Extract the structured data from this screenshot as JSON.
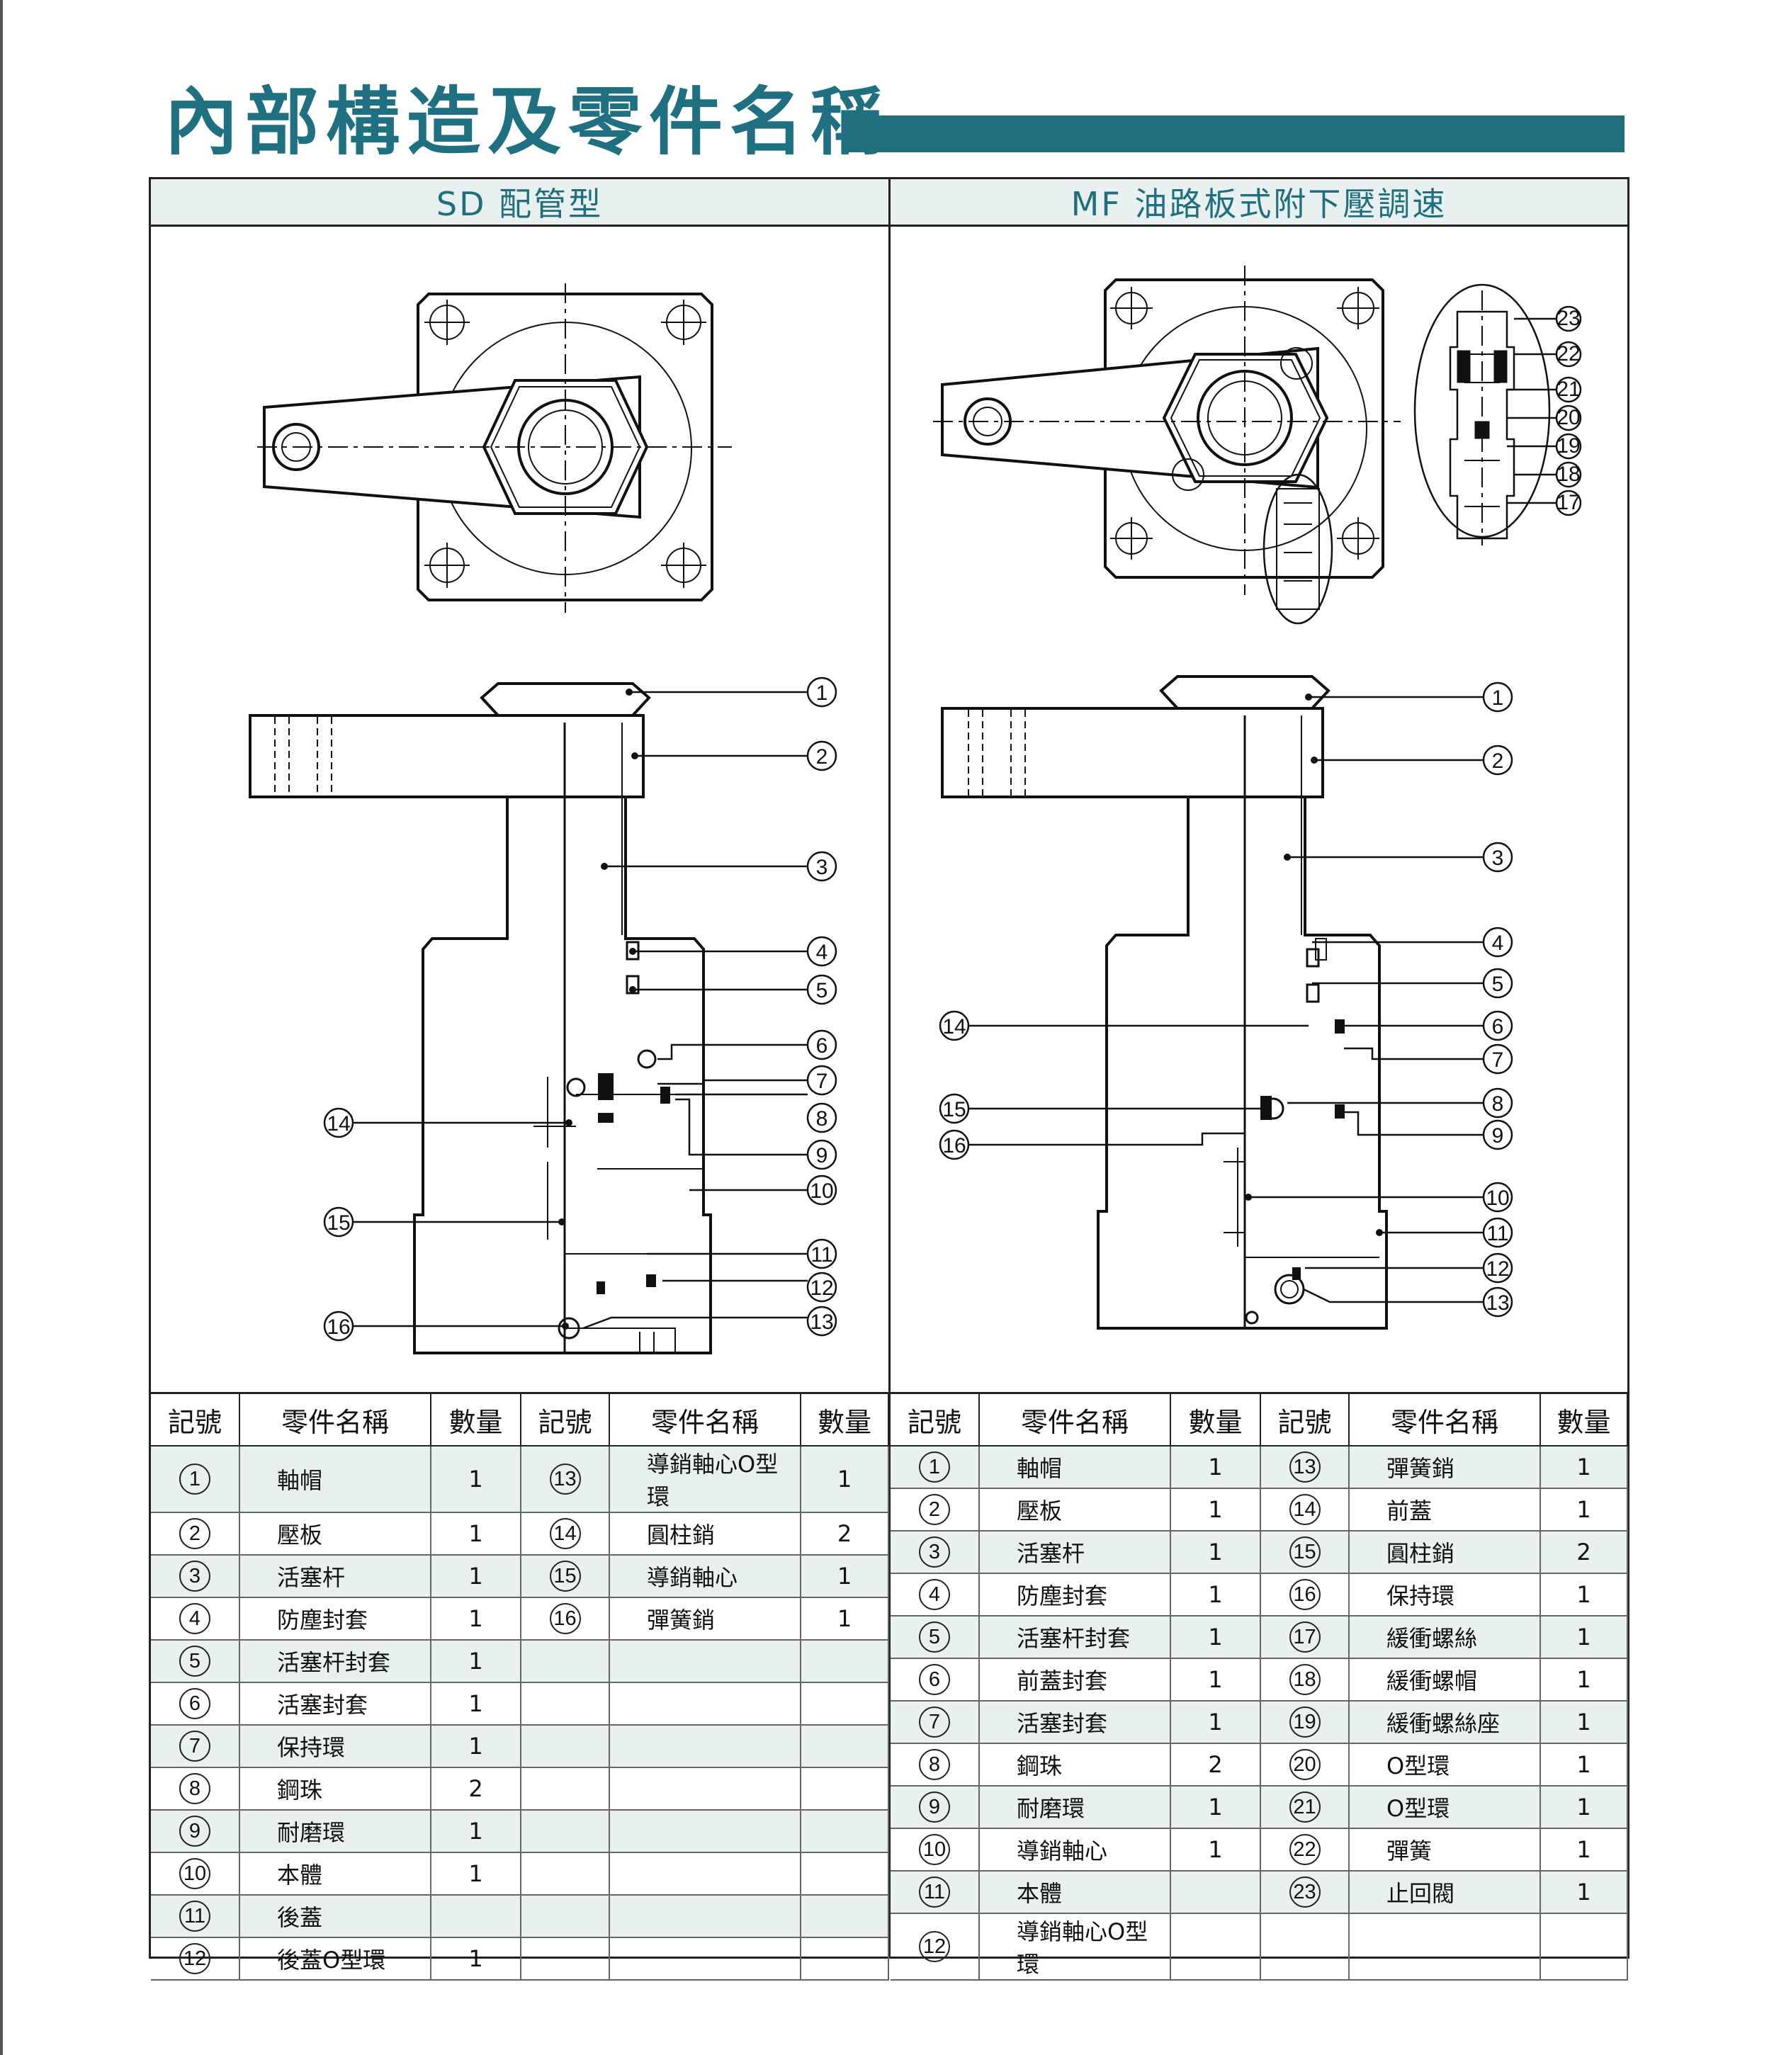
{
  "page": {
    "title": "內部構造及零件名稱"
  },
  "sections": [
    {
      "header": "SD 配管型",
      "callouts": [
        "1",
        "2",
        "3",
        "4",
        "5",
        "6",
        "7",
        "8",
        "9",
        "10",
        "11",
        "12",
        "13",
        "14",
        "15",
        "16"
      ]
    },
    {
      "header": "MF 油路板式附下壓調速",
      "callouts": [
        "1",
        "2",
        "3",
        "4",
        "5",
        "6",
        "7",
        "8",
        "9",
        "10",
        "11",
        "12",
        "13",
        "14",
        "15",
        "16",
        "17",
        "18",
        "19",
        "20",
        "21",
        "22",
        "23"
      ]
    }
  ],
  "tables": [
    {
      "headers": [
        "記號",
        "零件名稱",
        "數量",
        "記號",
        "零件名稱",
        "數量"
      ],
      "rows": [
        [
          "1",
          "軸帽",
          "1",
          "13",
          "導銷軸心O型環",
          "1"
        ],
        [
          "2",
          "壓板",
          "1",
          "14",
          "圓柱銷",
          "2"
        ],
        [
          "3",
          "活塞杆",
          "1",
          "15",
          "導銷軸心",
          "1"
        ],
        [
          "4",
          "防塵封套",
          "1",
          "16",
          "彈簧銷",
          "1"
        ],
        [
          "5",
          "活塞杆封套",
          "1",
          "",
          "",
          ""
        ],
        [
          "6",
          "活塞封套",
          "1",
          "",
          "",
          ""
        ],
        [
          "7",
          "保持環",
          "1",
          "",
          "",
          ""
        ],
        [
          "8",
          "鋼珠",
          "2",
          "",
          "",
          ""
        ],
        [
          "9",
          "耐磨環",
          "1",
          "",
          "",
          ""
        ],
        [
          "10",
          "本體",
          "1",
          "",
          "",
          ""
        ],
        [
          "11",
          "後蓋",
          "",
          "",
          "",
          ""
        ],
        [
          "12",
          "後蓋O型環",
          "1",
          "",
          "",
          ""
        ]
      ]
    },
    {
      "headers": [
        "記號",
        "零件名稱",
        "數量",
        "記號",
        "零件名稱",
        "數量"
      ],
      "rows": [
        [
          "1",
          "軸帽",
          "1",
          "13",
          "彈簧銷",
          "1"
        ],
        [
          "2",
          "壓板",
          "1",
          "14",
          "前蓋",
          "1"
        ],
        [
          "3",
          "活塞杆",
          "1",
          "15",
          "圓柱銷",
          "2"
        ],
        [
          "4",
          "防塵封套",
          "1",
          "16",
          "保持環",
          "1"
        ],
        [
          "5",
          "活塞杆封套",
          "1",
          "17",
          "緩衝螺絲",
          "1"
        ],
        [
          "6",
          "前蓋封套",
          "1",
          "18",
          "緩衝螺帽",
          "1"
        ],
        [
          "7",
          "活塞封套",
          "1",
          "19",
          "緩衝螺絲座",
          "1"
        ],
        [
          "8",
          "鋼珠",
          "2",
          "20",
          "O型環",
          "1"
        ],
        [
          "9",
          "耐磨環",
          "1",
          "21",
          "O型環",
          "1"
        ],
        [
          "10",
          "導銷軸心",
          "1",
          "22",
          "彈簧",
          "1"
        ],
        [
          "11",
          "本體",
          "",
          "23",
          "止回閥",
          "1"
        ],
        [
          "12",
          "導銷軸心O型環",
          "",
          "",
          "",
          ""
        ]
      ]
    }
  ],
  "colors": {
    "accent": "#1f6f7e",
    "row_shade": "#e8f0f0",
    "line": "#222222"
  }
}
